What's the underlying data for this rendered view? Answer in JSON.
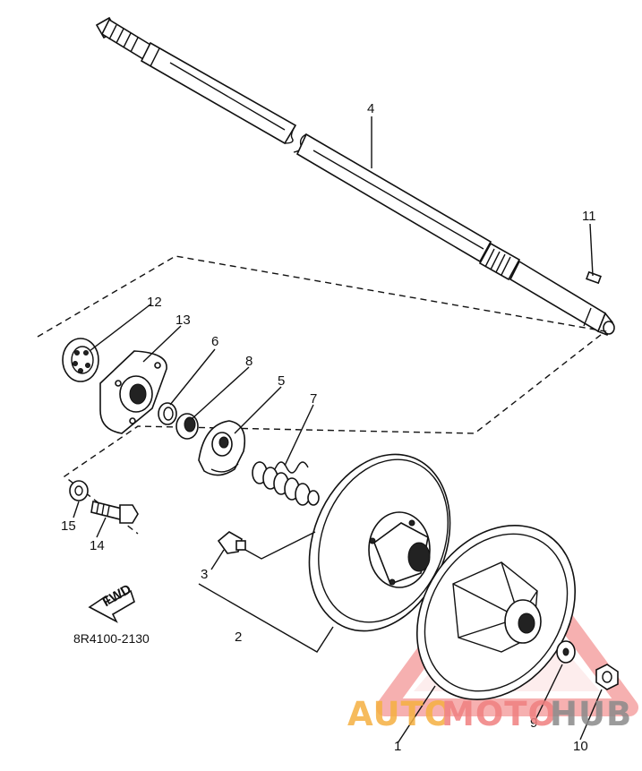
{
  "diagram": {
    "drawing_code": "8R4100-2130",
    "fwd_label": "FWD",
    "callouts": [
      "1",
      "2",
      "3",
      "4",
      "5",
      "6",
      "7",
      "8",
      "9",
      "10",
      "11",
      "12",
      "13",
      "14",
      "15"
    ],
    "colors": {
      "line": "#111111",
      "watermark_red": "#f09090",
      "watermark_orange": "#f5b041",
      "watermark_gray": "#8a8a8a"
    }
  },
  "watermark": {
    "part_a": "AUTO",
    "part_b": "MOTO",
    "part_c": "HUB"
  }
}
